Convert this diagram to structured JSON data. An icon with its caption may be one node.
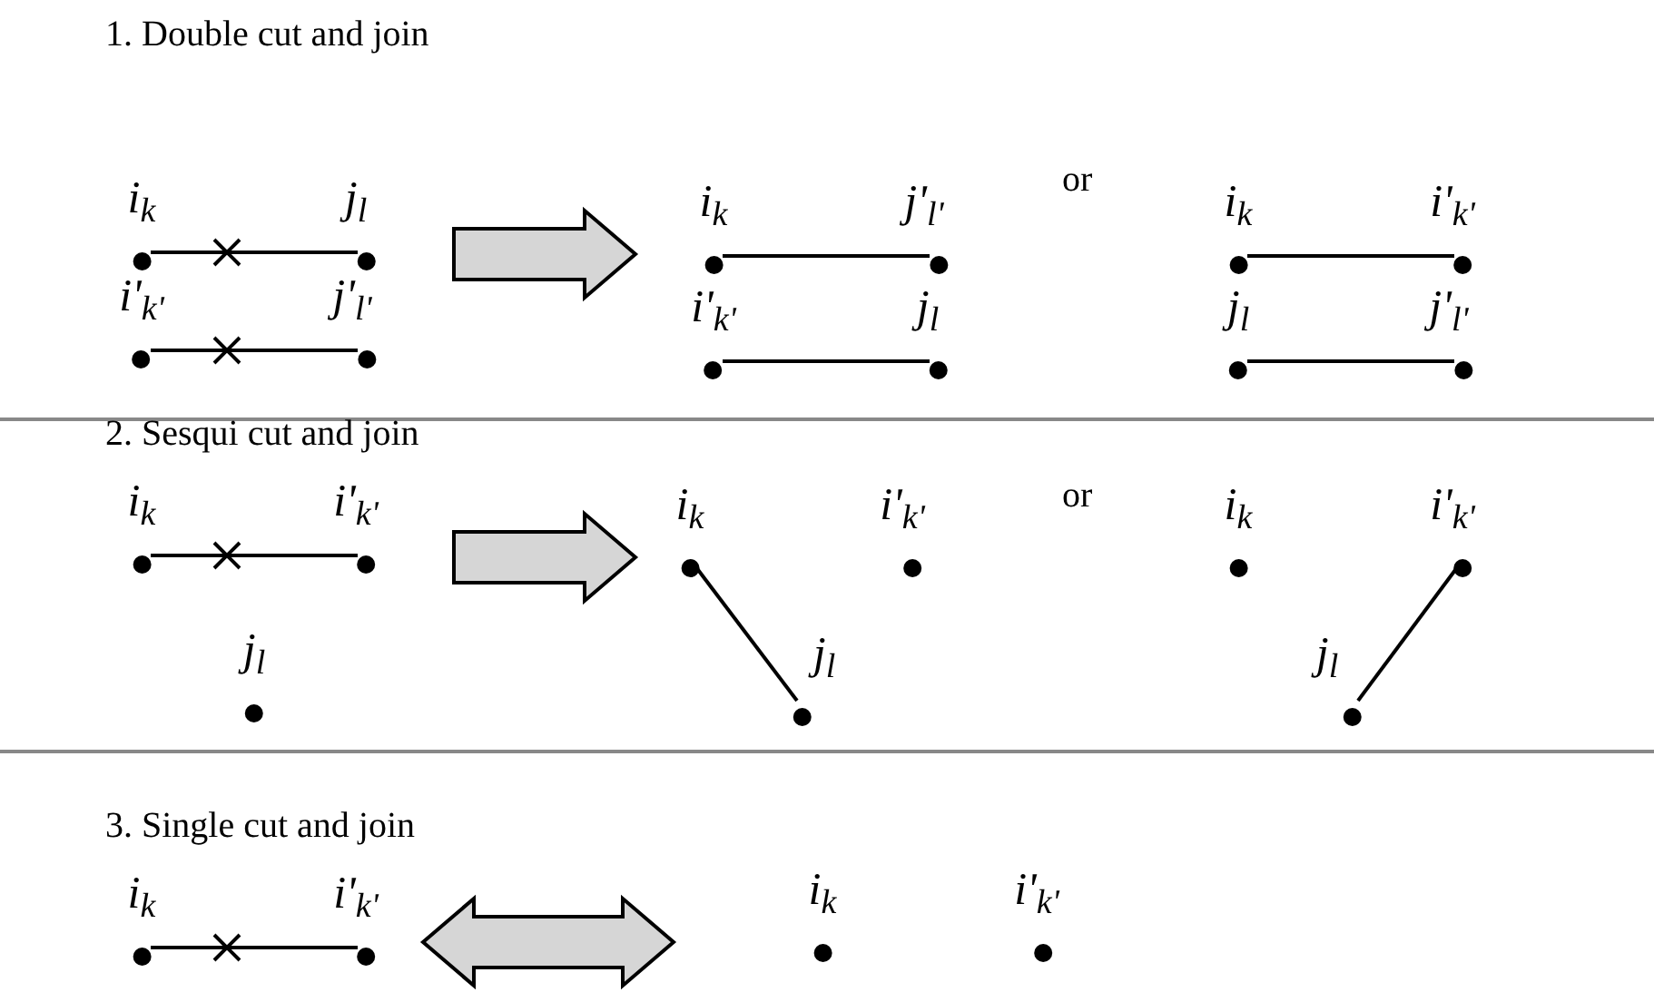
{
  "diagram": {
    "nodes": [
      {
        "text": [
          "i$_{k}$"
        ]
      },
      {
        "text": [
          "j$_{l}$"
        ]
      },
      {
        "text": [
          "i'$_{k'}$"
        ]
      },
      {
        "text": [
          "j'$_{l'}$"
        ]
      },
      {
        "text": [
          "i$_{k}$"
        ]
      },
      {
        "text": [
          "j'$_{l'}$"
        ]
      },
      {
        "text": [
          "i'$_{k'}$"
        ]
      },
      {
        "text": [
          "j$_{l}$"
        ]
      },
      {
        "text": [
          "i$_{k}$"
        ]
      },
      {
        "text": [
          "i'$_{k'}$"
        ]
      },
      {
        "text": [
          "j$_{l}$"
        ]
      },
      {
        "text": [
          "j'$_{l'}$"
        ]
      },
      {
        "text": [
          "i$_{k}$"
        ]
      },
      {
        "text": [
          "i'$_{k'}$"
        ]
      },
      {
        "text": [
          "j$_{l}$"
        ]
      },
      {
        "text": [
          "i$_{k}$"
        ]
      },
      {
        "text": [
          "i'$_{k'}$"
        ]
      },
      {
        "text": [
          "j$_{l}$"
        ]
      },
      {
        "text": [
          "i$_{k}$"
        ]
      },
      {
        "text": [
          "i'$_{k'}$"
        ]
      },
      {
        "text": [
          "j$_{l}$"
        ]
      },
      {
        "text": [
          "i$_{k}$"
        ]
      },
      {
        "text": [
          "i'$_{k'}$"
        ]
      },
      {
        "text": [
          "i$_{k}$"
        ]
      },
      {
        "text": [
          "i'$_{k'}$"
        ]
      }
    ],
    "edges": [
      {
        "from": 0,
        "to": 1,
        "arrow": "none"
      },
      {
        "from": 2,
        "to": 3,
        "arrow": "none"
      },
      {
        "from": 4,
        "to": 5,
        "arrow": "none"
      },
      {
        "from": 6,
        "to": 7,
        "arrow": "none"
      },
      {
        "from": 8,
        "to": 9,
        "arrow": "none"
      },
      {
        "from": 10,
        "to": 11,
        "arrow": "none"
      },
      {
        "from": 12,
        "to": 13,
        "arrow": "none"
      },
      {
        "from": 15,
        "to": 17,
        "arrow": "none"
      },
      {
        "from": 19,
        "to": 20,
        "arrow": "none"
      },
      {
        "from": 21,
        "to": 22,
        "arrow": "none"
      }
    ],
    "labels": [
      "1. Double cut and join",
      "or",
      "2. Sesqui cut and join",
      "or",
      "3. Single cut and join"
    ]
  }
}
